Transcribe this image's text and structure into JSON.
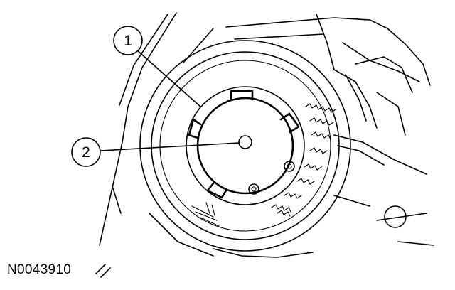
{
  "callouts": [
    {
      "label": "1"
    },
    {
      "label": "2"
    }
  ],
  "reference_code": "N0043910"
}
